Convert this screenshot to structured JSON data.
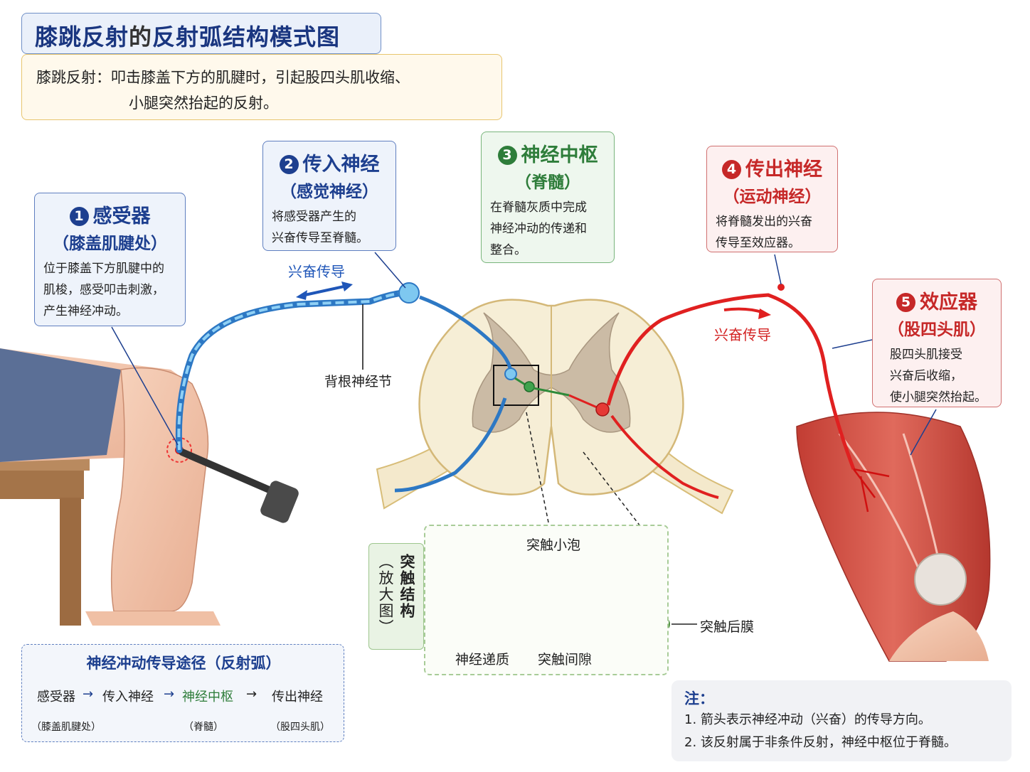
{
  "title": {
    "part1": "膝跳反射",
    "part2": "的",
    "part3": "反射弧结构模式图"
  },
  "intro": {
    "line1": "膝跳反射：叩击膝盖下方的肌腱时，引起股四头肌收缩、",
    "line2": "小腿突然抬起的反射。"
  },
  "cards": [
    {
      "num": "1",
      "title": "感受器",
      "subtitle": "（膝盖肌腱处）",
      "desc": [
        "位于膝盖下方肌腱中的",
        "肌梭，感受叩击刺激，",
        "产生神经冲动。"
      ]
    },
    {
      "num": "2",
      "title": "传入神经",
      "subtitle": "（感觉神经）",
      "desc": [
        "将感受器产生的",
        "兴奋传导至脊髓。"
      ]
    },
    {
      "num": "3",
      "title": "神经中枢",
      "subtitle": "（脊髓）",
      "desc": [
        "在脊髓灰质中完成",
        "神经冲动的传递和",
        "整合。"
      ]
    },
    {
      "num": "4",
      "title": "传出神经",
      "subtitle": "（运动神经）",
      "desc": [
        "将脊髓发出的兴奋",
        "传导至效应器。"
      ]
    },
    {
      "num": "5",
      "title": "效应器",
      "subtitle": "（股四头肌）",
      "desc": [
        "股四头肌接受",
        "兴奋后收缩，",
        "使小腿突然抬起。"
      ]
    }
  ],
  "labels": {
    "excite_left": "兴奋传导",
    "excite_right": "兴奋传导",
    "ganglion": "背根神经节",
    "synapse_tag": [
      "突触结构",
      "（放大图）"
    ],
    "vesicle": "突触小泡",
    "transmitter": "神经递质",
    "cleft": "突触间隙",
    "postsynaptic": "突触后膜"
  },
  "pathway": {
    "title": "神经冲动传导途径（反射弧）",
    "steps": [
      "感受器",
      "传入神经",
      "神经中枢",
      "传出神经"
    ],
    "subs": [
      "（膝盖肌腱处）",
      "（脊髓）",
      "（股四头肌）"
    ],
    "arrow": "→"
  },
  "notes": {
    "title": "注：",
    "items": [
      "1. 箭头表示神经冲动（兴奋）的传导方向。",
      "2. 该反射属于非条件反射，神经中枢位于脊髓。"
    ]
  },
  "colors": {
    "afferent": "#4aa3e0",
    "central": "#2e8b3a",
    "efferent": "#e02020",
    "title": "#1a3680"
  }
}
